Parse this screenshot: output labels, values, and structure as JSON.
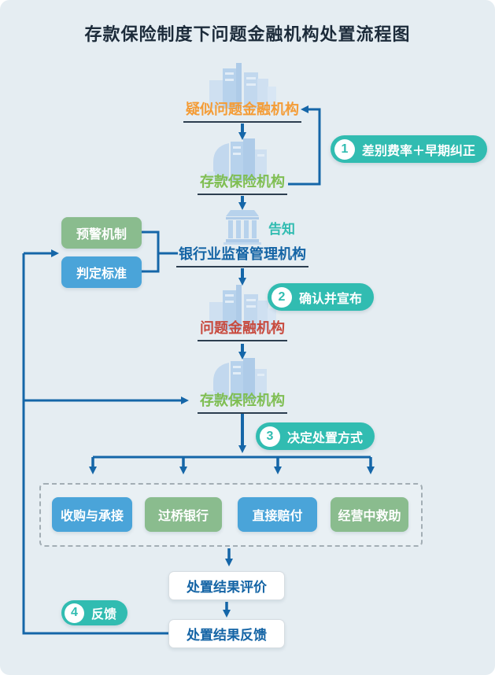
{
  "title": "存款保险制度下问题金融机构处置流程图",
  "palette": {
    "background": "#e5edf2",
    "connector_line": "#1566a8",
    "badge_teal": "#31bcb1",
    "suspected_orange": "#f49c36",
    "insurer_green": "#7fbe52",
    "problem_red": "#c84a3e",
    "regulator_blue": "#1464a5",
    "green_box": "#8abc8e",
    "blue_box": "#4aa4d9",
    "building_blue": "#bcd5ec"
  },
  "flow": {
    "suspected_label": "疑似问题金融机构",
    "insurer1_label": "存款保险机构",
    "notify_label": "告知",
    "regulator_label": "银行业监督管理机构",
    "warning_label": "预警机制",
    "criteria_label": "判定标准",
    "problem_label": "问题金融机构",
    "insurer2_label": "存款保险机构",
    "evaluation_label": "处置结果评价",
    "feedback_label": "处置结果反馈"
  },
  "badges": [
    {
      "num": "1",
      "label": "差别费率＋早期纠正"
    },
    {
      "num": "2",
      "label": "确认并宣布"
    },
    {
      "num": "3",
      "label": "决定处置方式"
    },
    {
      "num": "4",
      "label": "反馈"
    }
  ],
  "options": [
    {
      "label": "收购与承接",
      "color": "blue"
    },
    {
      "label": "过桥银行",
      "color": "green"
    },
    {
      "label": "直接赔付",
      "color": "blue"
    },
    {
      "label": "经营中救助",
      "color": "green"
    }
  ]
}
